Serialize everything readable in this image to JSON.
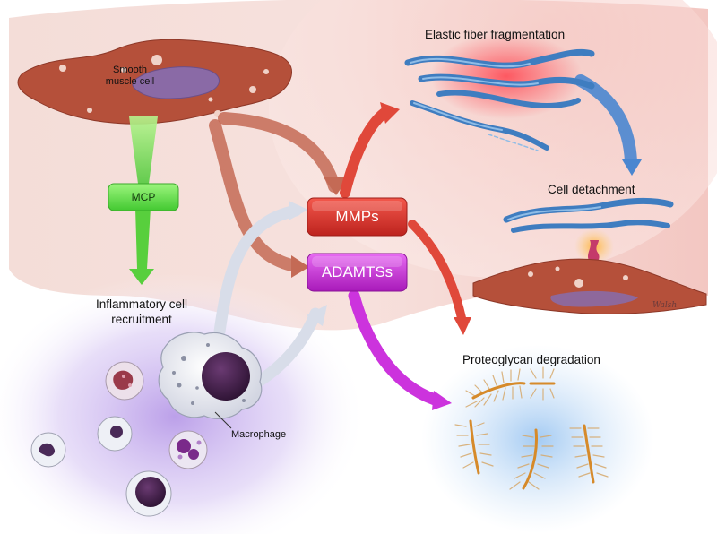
{
  "labels": {
    "smooth_muscle_cell_line1": "Smooth",
    "smooth_muscle_cell_line2": "muscle cell",
    "mcp": "MCP",
    "inflammatory_line1": "Inflammatory cell",
    "inflammatory_line2": "recruitment",
    "macrophage": "Macrophage",
    "mmps": "MMPs",
    "adamtss": "ADAMTSs",
    "elastic_fiber": "Elastic fiber fragmentation",
    "cell_detachment": "Cell detachment",
    "proteoglycan": "Proteoglycan degradation",
    "signature": "Walsh"
  },
  "colors": {
    "smooth_muscle": "#b5503a",
    "mcp_box": "#5fe04a",
    "mmps_box": "#d8322a",
    "adamts_box": "#c532d6",
    "elastic_fiber": "#4a86c6",
    "red_arrow": "#e0483a",
    "blue_arrow": "#4a86d0",
    "magenta_arrow": "#cc33dd",
    "grey_arrow": "#dde2ec",
    "proteoglycan": "#d89a3a"
  },
  "icons": [
    "smooth-muscle-cell-icon",
    "macrophage-icon",
    "inflammatory-cell-icon",
    "elastic-fiber-icon",
    "proteoglycan-icon",
    "detached-cell-icon"
  ]
}
